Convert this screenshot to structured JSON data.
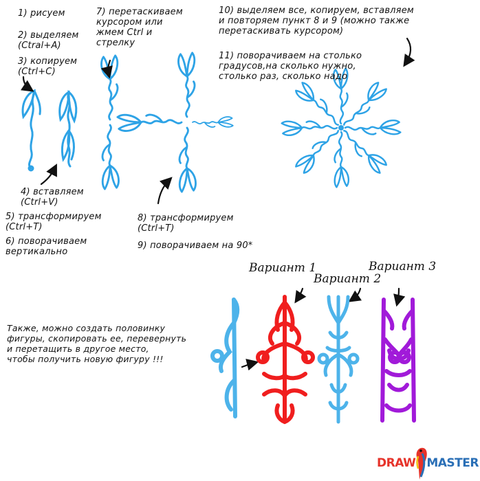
{
  "steps": {
    "s1": "1) рисуем",
    "s2": "2) выделяем\n(Ctral+A)",
    "s3": "3) копируем\n(Ctrl+C)",
    "s4": "4) вставляем\n(Ctrl+V)",
    "s5": "5) трансформируем\n(Ctrl+T)",
    "s6": "6) поворачиваем\nвертикально",
    "s7": "7) перетаскиваем\nкурсором или\nжмем Ctrl и\nстрелку",
    "s8": "8) трансформируем\n(Ctrl+T)",
    "s9": "9) поворачиваем на 90*",
    "s10": "10) выделяем все, копируем, вставляем\nи повторяем пункт 8 и 9 (можно также\nперетаскивать курсором)",
    "s11": "11) поворачиваем на столько\nградусов,на сколько нужно,\nстолько раз, сколько надо"
  },
  "bottom_note": "Также, можно создать половинку\nфигуры, скопировать ее, перевернуть\nи перетащить в другое место,\nчтобы получить новую фигуру !!!",
  "variants": [
    "Вариант 1",
    "Вариант 2",
    "Вариант 3"
  ],
  "brand": {
    "part1": "DRAW",
    "part2": "MASTER.RU"
  },
  "colors": {
    "blue": "#2ea3e6",
    "light_blue": "#4db3ea",
    "red": "#f01e1e",
    "purple": "#a11ad9",
    "ink": "#111111"
  }
}
